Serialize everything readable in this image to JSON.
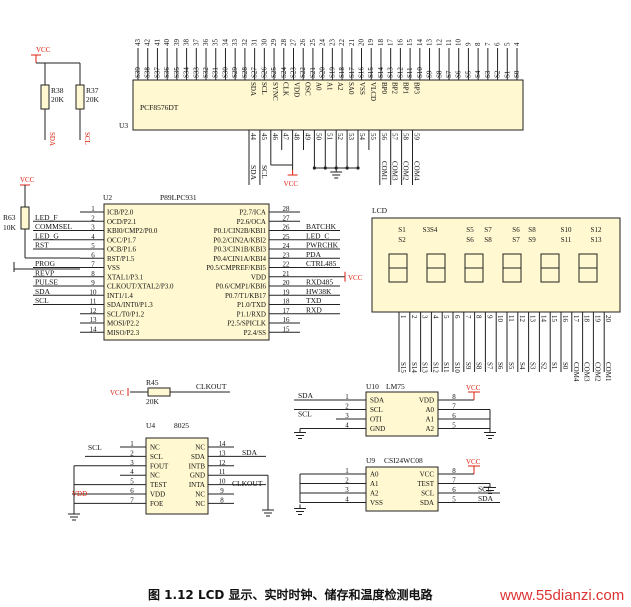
{
  "pcf": {
    "designator": "U3",
    "part": "PCF8576DT",
    "seg_pins": [
      "S39",
      "S38",
      "S37",
      "S36",
      "S35",
      "S34",
      "S33",
      "S32",
      "S31",
      "S30",
      "S29",
      "S28",
      "S27",
      "S26",
      "S25",
      "S24",
      "S23",
      "S22",
      "S21",
      "S20",
      "S19",
      "S18",
      "S17",
      "S16",
      "S15",
      "S14",
      "S13",
      "S12",
      "S11",
      "S10",
      "S9",
      "S8",
      "S7",
      "S6",
      "S5",
      "S4",
      "S3",
      "S2",
      "S1",
      "S0"
    ],
    "seg_nums": [
      "43",
      "42",
      "41",
      "40",
      "39",
      "38",
      "37",
      "36",
      "35",
      "34",
      "33",
      "32",
      "31",
      "30",
      "29",
      "28",
      "27",
      "26",
      "25",
      "24",
      "23",
      "22",
      "21",
      "20",
      "19",
      "18",
      "17",
      "16",
      "15",
      "14",
      "13",
      "12",
      "11",
      "10",
      "9",
      "8",
      "7",
      "6",
      "5",
      "4"
    ],
    "bot_pins": [
      "SDA",
      "SCL",
      "SYNC",
      "CLK",
      "VDD",
      "OSC",
      "A0",
      "A1",
      "A2",
      "SA0",
      "VSS",
      "VLCD",
      "BP0",
      "BP2",
      "BP1",
      "BP3"
    ],
    "bot_nums": [
      "44",
      "45",
      "46",
      "47",
      "48",
      "49",
      "50",
      "51",
      "52",
      "53",
      "54",
      "55",
      "56",
      "57",
      "58",
      "59"
    ],
    "bot_labels": [
      "SDA",
      "SCL"
    ],
    "com_labels": [
      "COM1",
      "COM3",
      "COM2",
      "COM4"
    ]
  },
  "resistors": {
    "r38": {
      "name": "R38",
      "value": "20K",
      "net": "SDA"
    },
    "r37": {
      "name": "R37",
      "value": "20K",
      "net": "SCL"
    },
    "r63": {
      "name": "R63",
      "value": "10K"
    },
    "r45": {
      "name": "R45",
      "value": "20K",
      "net": "CLKOUT"
    }
  },
  "vcc": "VCC",
  "vdd": "VDD",
  "mcu": {
    "designator": "U2",
    "part": "P89LPC931",
    "left_pins": [
      "ICB/P2.0",
      "OCD/P2.1",
      "KBI0/CMP2/P0.0",
      "OCC/P1.7",
      "OCB/P1.6",
      "RST/P1.5",
      "VSS",
      "XTAL1/P3.1",
      "CLKOUT/XTAL2/P3.0",
      "INT1/1.4",
      "SDA/INT0/P1.3",
      "SCL/T0/P1.2",
      "MOSI/P2.2",
      "MISO/P2.3"
    ],
    "left_nums": [
      "1",
      "2",
      "3",
      "4",
      "5",
      "6",
      "7",
      "8",
      "9",
      "10",
      "11",
      "12",
      "13",
      "14"
    ],
    "left_nets": [
      "",
      "LED_F",
      "COMMSEL",
      "LED_G",
      "RST",
      "",
      "PROG",
      "REVP",
      "PULSE",
      "SDA",
      "SCL",
      "",
      "",
      ""
    ],
    "right_pins": [
      "P2.7/ICA",
      "P2.6/OCA",
      "P0.1/CIN2B/KBI1",
      "P0.2/CIN2A/KBI2",
      "P0.3/CIN1B/KBI3",
      "P0.4/CIN1A/KBI4",
      "P0.5/CMPREF/KBI5",
      "VDD",
      "P0.6/CMP1/KBI6",
      "P0.7/T1/KB17",
      "P1.0/TXD",
      "P1.1/RXD",
      "P2.5/SPICLK",
      "P2.4/SS"
    ],
    "right_nums": [
      "28",
      "27",
      "26",
      "25",
      "24",
      "23",
      "22",
      "21",
      "20",
      "19",
      "18",
      "17",
      "16",
      "15"
    ],
    "right_nets": [
      "",
      "",
      "BATCHK",
      "LED_C",
      "PWRCHK",
      "PDA",
      "CTRL485",
      "",
      "RXD485",
      "HW38K",
      "TXD",
      "RXD",
      "",
      ""
    ]
  },
  "lcd": {
    "title": "LCD",
    "top_row1": [
      "S1",
      "S3S4",
      "S5",
      "S7",
      "S6",
      "S8",
      "S10",
      "S12"
    ],
    "top_row2": [
      "S2",
      "S6",
      "S8",
      "S7",
      "S9",
      "S11",
      "S13"
    ],
    "pin_nums": [
      "1",
      "2",
      "3",
      "4",
      "5",
      "6",
      "7",
      "8",
      "9",
      "10",
      "11",
      "12",
      "13",
      "14",
      "15",
      "16",
      "17",
      "18",
      "19",
      "20"
    ],
    "pin_nets": [
      "S15",
      "S14",
      "S13",
      "S12",
      "S11",
      "S10",
      "S9",
      "S8",
      "S7",
      "S6",
      "S5",
      "S4",
      "S3",
      "S2",
      "S1",
      "S0",
      "COM4",
      "COM3",
      "COM2",
      "COM1"
    ]
  },
  "rtc": {
    "designator": "U4",
    "part": "8025",
    "left_pins": [
      "NC",
      "SCL",
      "FOUT",
      "NC",
      "TEST",
      "VDD",
      "FOE"
    ],
    "left_nums": [
      "1",
      "2",
      "3",
      "4",
      "5",
      "6",
      "7"
    ],
    "right_pins": [
      "NC",
      "SDA",
      "INTB",
      "GND",
      "INTA",
      "NC",
      "NC"
    ],
    "right_nums": [
      "14",
      "13",
      "12",
      "11",
      "10",
      "9",
      "8"
    ],
    "left_label": "SCL",
    "right_label1": "SDA",
    "right_label2": "CLKOUT"
  },
  "lm75": {
    "designator": "U10",
    "part": "LM75",
    "left_pins": [
      "SDA",
      "SCL",
      "OTI",
      "GND"
    ],
    "left_nums": [
      "1",
      "2",
      "3",
      "4"
    ],
    "right_pins": [
      "VDD",
      "A0",
      "A1",
      "A2"
    ],
    "right_nums": [
      "8",
      "7",
      "6",
      "5"
    ],
    "left_nets": [
      "SDA",
      "SCL"
    ]
  },
  "eeprom": {
    "designator": "U9",
    "part": "CSI24WC08",
    "left_pins": [
      "A0",
      "A1",
      "A2",
      "VSS"
    ],
    "left_nums": [
      "1",
      "2",
      "3",
      "4"
    ],
    "right_pins": [
      "VCC",
      "TEST",
      "SCL",
      "SDA"
    ],
    "right_nums": [
      "8",
      "7",
      "6",
      "5"
    ],
    "right_nets": [
      "SCL",
      "SDA"
    ]
  },
  "caption": "图 1.12   LCD 显示、实时时钟、储存和温度检测电路",
  "watermark": "www.55dianzi.com"
}
